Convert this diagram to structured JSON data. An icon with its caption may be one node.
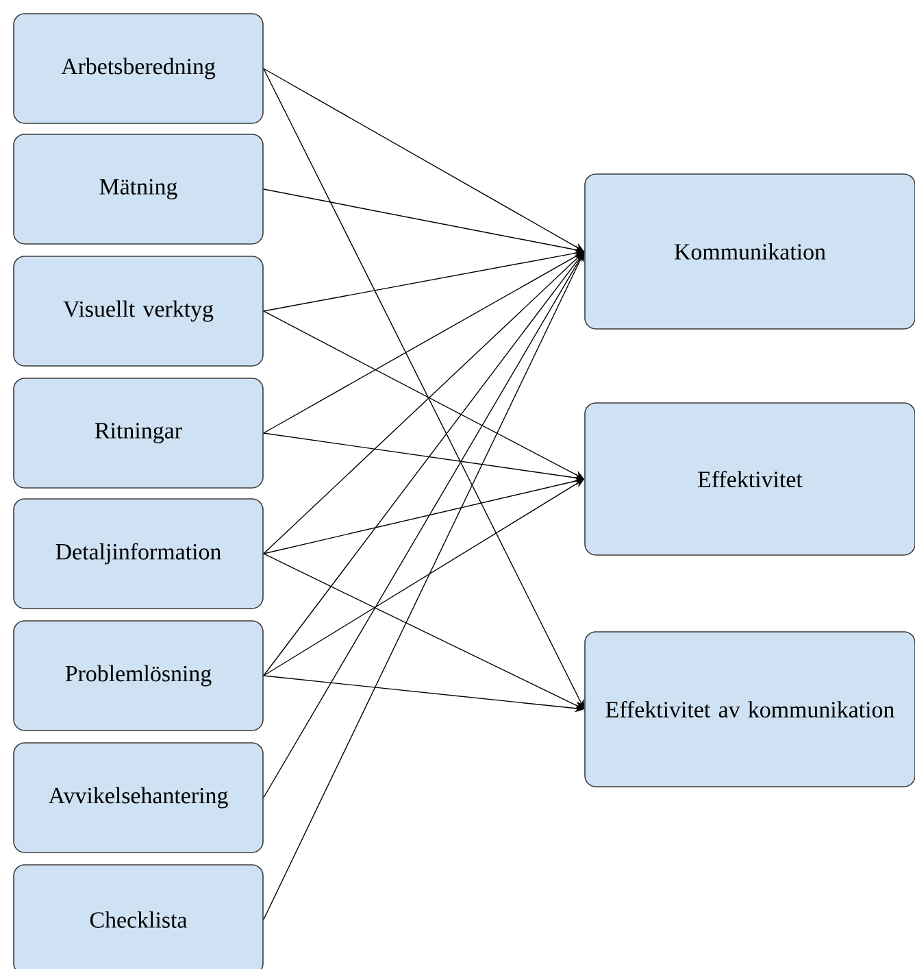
{
  "diagram": {
    "nodes": [
      {
        "text": [
          "Arbetsberedning"
        ]
      },
      {
        "text": [
          "Mätning"
        ]
      },
      {
        "text": [
          "Visuellt verktyg"
        ]
      },
      {
        "text": [
          "Ritningar"
        ]
      },
      {
        "text": [
          "Detaljinformation"
        ]
      },
      {
        "text": [
          "Problemlösning"
        ]
      },
      {
        "text": [
          "Avvikelsehantering"
        ]
      },
      {
        "text": [
          "Checklista"
        ]
      },
      {
        "text": [
          "Kommunikation"
        ]
      },
      {
        "text": [
          "Effektivitet"
        ]
      },
      {
        "text": [
          "Effektivitet av kommunikation"
        ]
      }
    ],
    "edges": [
      {
        "from": 0,
        "to": 8,
        "arrow": "to"
      },
      {
        "from": 0,
        "to": 10,
        "arrow": "to"
      },
      {
        "from": 1,
        "to": 8,
        "arrow": "to"
      },
      {
        "from": 2,
        "to": 8,
        "arrow": "to"
      },
      {
        "from": 2,
        "to": 9,
        "arrow": "to"
      },
      {
        "from": 3,
        "to": 8,
        "arrow": "to"
      },
      {
        "from": 3,
        "to": 9,
        "arrow": "to"
      },
      {
        "from": 4,
        "to": 8,
        "arrow": "to"
      },
      {
        "from": 4,
        "to": 9,
        "arrow": "to"
      },
      {
        "from": 4,
        "to": 10,
        "arrow": "to"
      },
      {
        "from": 5,
        "to": 8,
        "arrow": "to"
      },
      {
        "from": 5,
        "to": 9,
        "arrow": "to"
      },
      {
        "from": 5,
        "to": 10,
        "arrow": "to"
      },
      {
        "from": 6,
        "to": 8,
        "arrow": "to"
      },
      {
        "from": 7,
        "to": 8,
        "arrow": "to"
      }
    ]
  }
}
